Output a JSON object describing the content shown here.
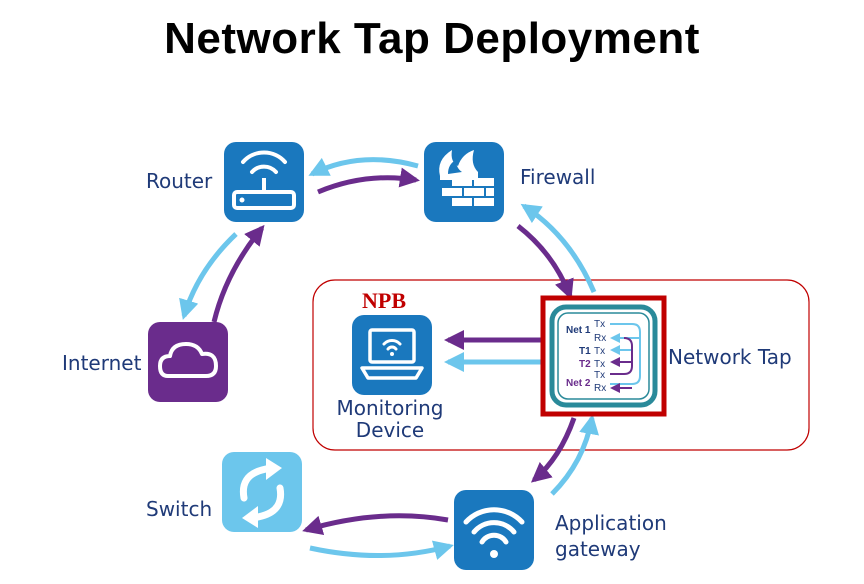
{
  "title": "Network Tap Deployment",
  "nodes": {
    "router": "Router",
    "firewall": "Firewall",
    "internet": "Internet",
    "network_tap": "Network Tap",
    "monitoring_line1": "Monitoring",
    "monitoring_line2": "Device",
    "npb": "NPB",
    "switch": "Switch",
    "gateway_line1": "Application",
    "gateway_line2": "gateway"
  },
  "tap_labels": {
    "net1": "Net 1",
    "tx1": "Tx",
    "rx1": "Rx",
    "t1": "T1",
    "t1_tx": "Tx",
    "t2": "T2",
    "t2_tx": "Tx",
    "tx2": "Tx",
    "net2": "Net 2",
    "rx2": "Rx"
  },
  "colors": {
    "tile_blue": "#1a78be",
    "tile_purple": "#6a2c8c",
    "tile_lightblue": "#6cc6ec",
    "arrow_purple": "#6a2c8c",
    "arrow_lightblue": "#6cc6ec",
    "highlight_red": "#c00000",
    "label_navy": "#1f3a78",
    "tap_teal": "#2a8a9a"
  },
  "icons": {
    "router": "router-icon",
    "firewall": "firewall-icon",
    "internet": "cloud-icon",
    "monitoring": "laptop-wifi-icon",
    "tap": "network-tap-icon",
    "switch": "switch-arrows-icon",
    "gateway": "wifi-icon"
  }
}
